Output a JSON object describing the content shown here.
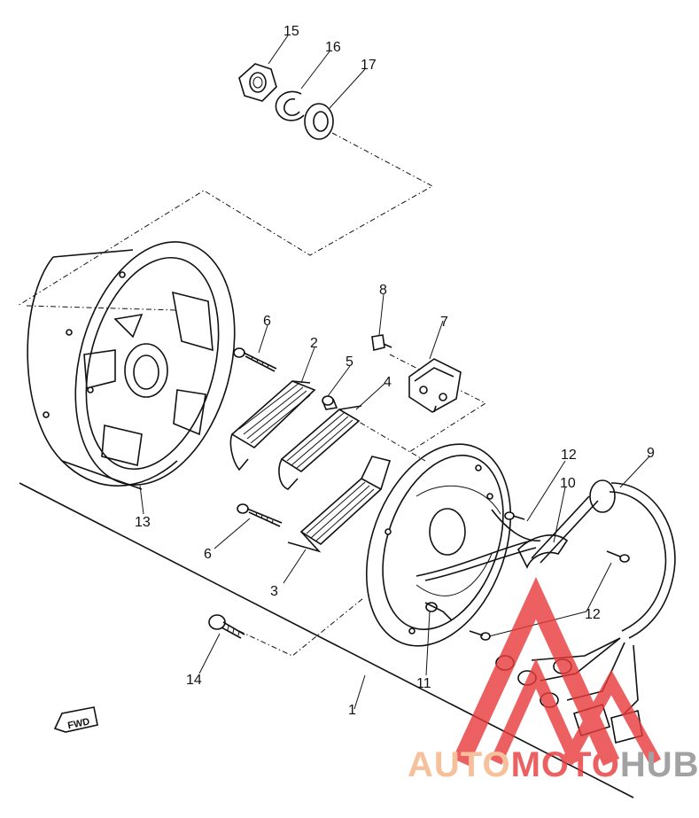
{
  "callouts": {
    "c1": "1",
    "c2": "2",
    "c3": "3",
    "c4": "4",
    "c5": "5",
    "c6a": "6",
    "c6b": "6",
    "c7": "7",
    "c8": "8",
    "c9": "9",
    "c10": "10",
    "c11": "11",
    "c12a": "12",
    "c12b": "12",
    "c13": "13",
    "c14": "14",
    "c15": "15",
    "c16": "16",
    "c17": "17"
  },
  "fwd_label": "FWD",
  "watermark": {
    "part1": "AUTO",
    "part2": "MOTO",
    "part3": "HUB",
    "colors": {
      "orange": "#f4b183",
      "red": "#e8393a",
      "gray": "#8c8c8c"
    }
  }
}
